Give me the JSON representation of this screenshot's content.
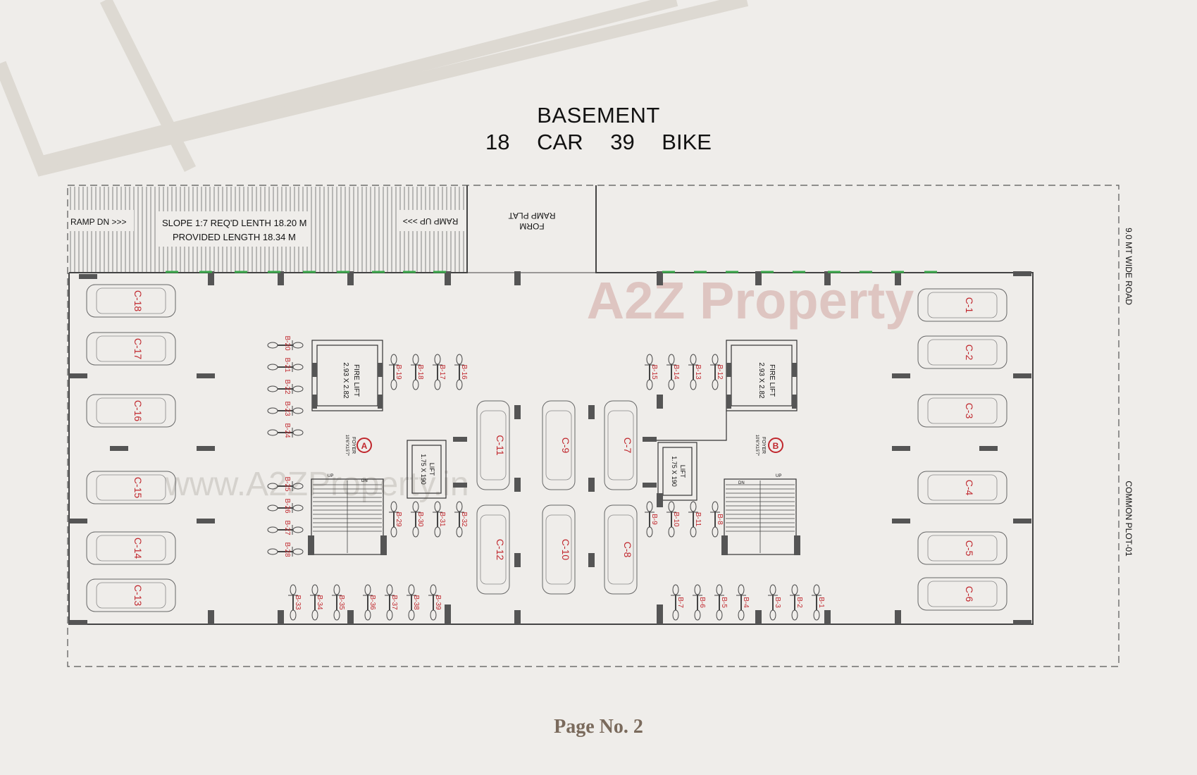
{
  "title": "BASEMENT",
  "subtitle": {
    "cars": "18 CAR",
    "bikes": "39 BIKE"
  },
  "ramp": {
    "down": "RAMP DN >>>",
    "up": "RAMP UP >>>",
    "slope": "SLOPE 1:7 REQ'D LENTH 18.20 M",
    "provided": "PROVIDED LENGTH 18.34 M",
    "platform_line1": "RAMP PLAT",
    "platform_line2": "FORM"
  },
  "side_labels": {
    "road": "9.0 MT WIDE ROAD",
    "plot": "COMMON PLOT-01"
  },
  "cores": [
    {
      "marker": "A",
      "fire_lift": "FIRE LIFT",
      "fire_lift_size": "2.93 X 2.82",
      "lift": "LIFT",
      "lift_size": "1.75 X 190",
      "foyer": "FOYER",
      "foyer_size": "10'6\"X15'7\"",
      "up": "UP",
      "dn": "DN"
    },
    {
      "marker": "B",
      "fire_lift": "FIRE LIFT",
      "fire_lift_size": "2.93 X 2.82",
      "lift": "LIFT",
      "lift_size": "1.75 X 190",
      "foyer": "FOYER",
      "foyer_size": "10'6\"X15'7\"",
      "up": "UP",
      "dn": "DN"
    }
  ],
  "cars": {
    "left": [
      "C-18",
      "C-17",
      "C-16",
      "C-15",
      "C-14",
      "C-13"
    ],
    "right": [
      "C-1",
      "C-2",
      "C-3",
      "C-4",
      "C-5",
      "C-6"
    ],
    "center_top": [
      "C-11",
      "C-9",
      "C-7"
    ],
    "center_bottom": [
      "C-12",
      "C-10",
      "C-8"
    ]
  },
  "bikes": {
    "left_top": [
      "B-20",
      "B-21",
      "B-22",
      "B-23",
      "B-24"
    ],
    "left_bottom": [
      "B-25",
      "B-26",
      "B-27",
      "B-28"
    ],
    "core_a_top": [
      "B-19",
      "B-18",
      "B-17",
      "B-16"
    ],
    "core_a_bottom": [
      "B-29",
      "B-30",
      "B-31",
      "B-32"
    ],
    "core_b_top": [
      "B-15",
      "B-14",
      "B-13",
      "B-12"
    ],
    "core_b_bottom": [
      "B-9",
      "B-10",
      "B-11",
      "B-8"
    ],
    "bottom_left": [
      "B-33",
      "B-34",
      "B-35",
      "B-36",
      "B-37",
      "B-38",
      "B-39"
    ],
    "bottom_right": [
      "B-7",
      "B-6",
      "B-5",
      "B-4",
      "B-3",
      "B-2",
      "B-1"
    ]
  },
  "watermark": {
    "brand": "A2Z Property",
    "url": "www.A2ZProperty.in"
  },
  "page": "Page No. 2",
  "colors": {
    "background": "#efedea",
    "line": "#555555",
    "label_red": "#c0272d",
    "column": "#555555"
  }
}
